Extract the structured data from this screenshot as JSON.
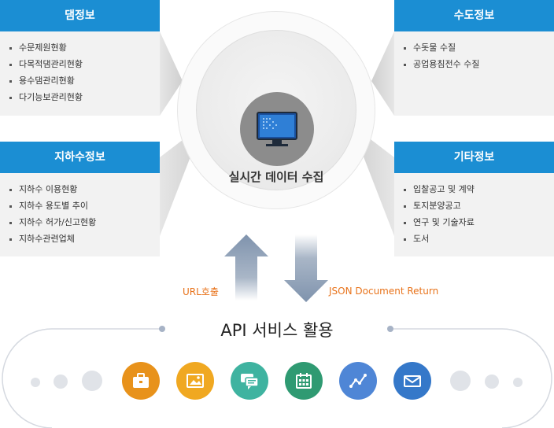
{
  "panels": {
    "dam": {
      "title": "댐정보",
      "items": [
        "수문제원현황",
        "다목적댐관리현황",
        "용수댐관리현황",
        "다기능보관리현황"
      ]
    },
    "water": {
      "title": "수도정보",
      "items": [
        "수돗물 수질",
        "공업용침전수 수질"
      ]
    },
    "ground": {
      "title": "지하수정보",
      "items": [
        "지하수 이용현황",
        "지하수 용도별 추이",
        "지하수 허가/신고현황",
        "지하수관련업체"
      ]
    },
    "etc": {
      "title": "기타정보",
      "items": [
        "입찰공고 및 계약",
        "토지분양공고",
        "연구 및 기술자료",
        "도서"
      ]
    }
  },
  "center": {
    "label": "실시간 데이터 수집"
  },
  "arrows": {
    "up_label": "URL호출",
    "down_label": "JSON Document  Return"
  },
  "api": {
    "title": "API 서비스 활용"
  },
  "icons": [
    {
      "name": "briefcase-icon",
      "color": "#e8921b"
    },
    {
      "name": "image-icon",
      "color": "#f0a821"
    },
    {
      "name": "chat-icon",
      "color": "#3fb3a0"
    },
    {
      "name": "calendar-icon",
      "color": "#2f9a72"
    },
    {
      "name": "chart-icon",
      "color": "#4f86d6"
    },
    {
      "name": "mail-icon",
      "color": "#3578c9"
    }
  ],
  "colors": {
    "header_blue": "#1b8ed3",
    "accent_orange": "#e8731b",
    "arrow_blue": "#7f93ad"
  }
}
